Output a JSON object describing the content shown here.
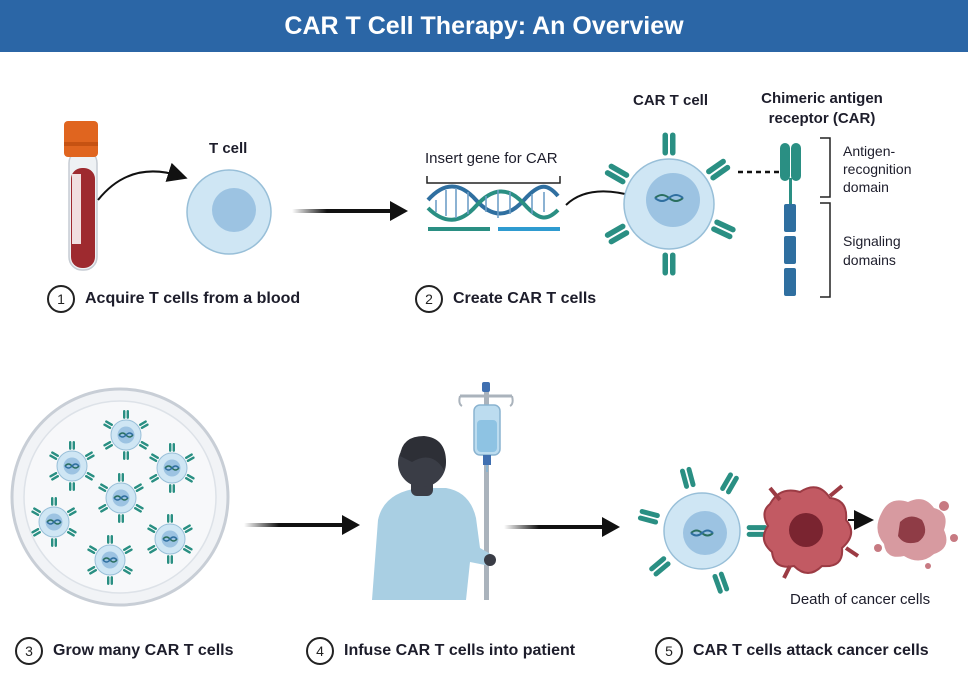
{
  "title": "CAR T Cell Therapy: An Overview",
  "labels": {
    "t_cell": "T cell",
    "insert_gene": "Insert gene for CAR",
    "car_t_cell": "CAR T cell",
    "car_line1": "Chimeric antigen",
    "car_line2": "receptor (CAR)",
    "antigen_line1": "Antigen-",
    "antigen_line2": "recognition",
    "antigen_line3": "domain",
    "signaling_line1": "Signaling",
    "signaling_line2": "domains",
    "death": "Death of cancer cells"
  },
  "steps": [
    {
      "num": "1",
      "text": "Acquire T cells from a blood"
    },
    {
      "num": "2",
      "text": "Create CAR T cells"
    },
    {
      "num": "3",
      "text": "Grow many CAR T cells"
    },
    {
      "num": "4",
      "text": "Infuse CAR T cells into patient"
    },
    {
      "num": "5",
      "text": "CAR T cells attack cancer cells"
    }
  ],
  "colors": {
    "header": "#2b66a6",
    "receptor": "#2a8f83",
    "signaling": "#2f6fa0",
    "cell_fill": "#cfe6f4",
    "nucleus": "#9cc3e2",
    "blood": "#9e2a2f",
    "cap": "#e0651f",
    "cancer": "#c25a63",
    "gown": "#a9cfe3"
  }
}
